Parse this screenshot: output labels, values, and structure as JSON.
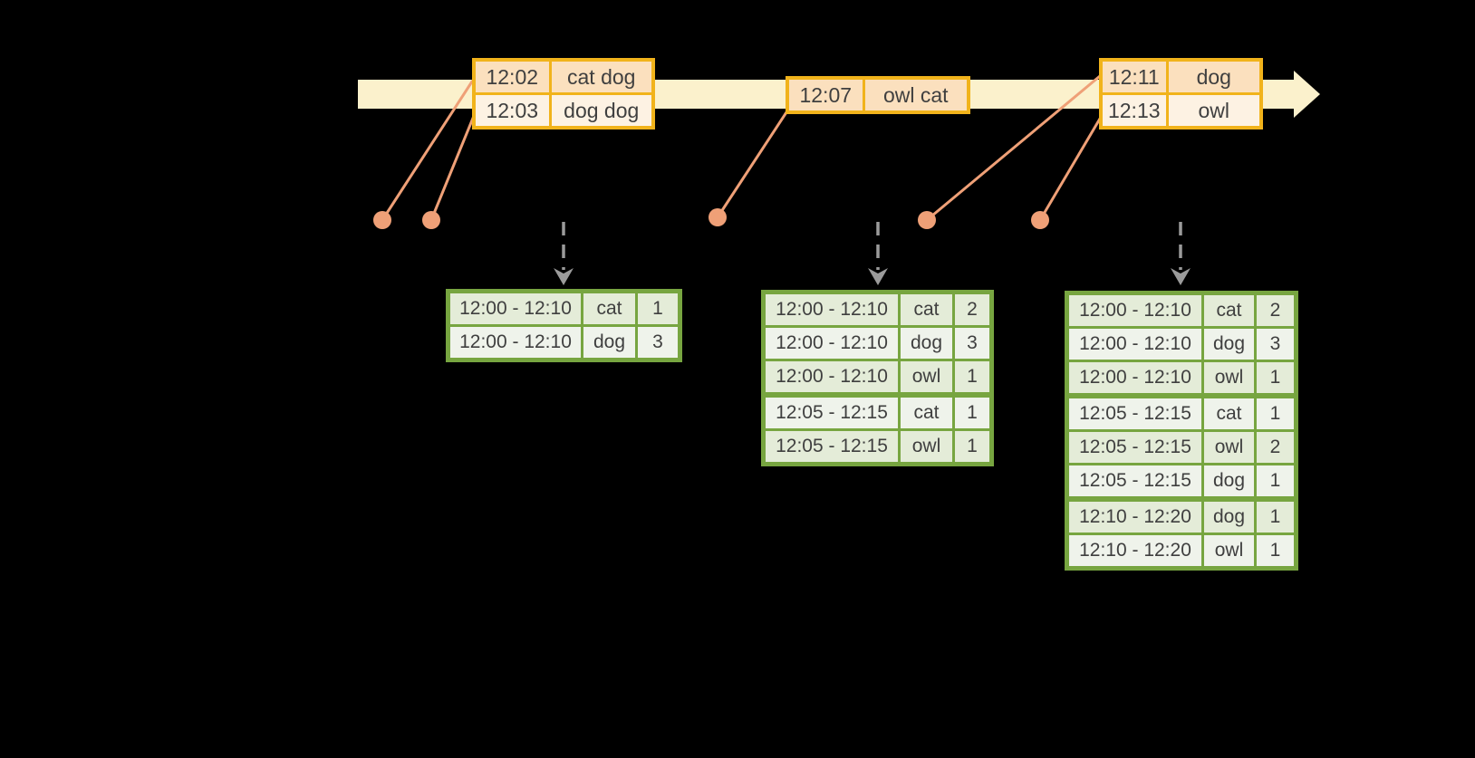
{
  "colors": {
    "background": "#000000",
    "band": "#FBF1CC",
    "orange-border": "#F1B31B",
    "orange-row-dark": "#FBE0BE",
    "orange-row-light": "#FDF2E3",
    "salmon": "#EFA077",
    "green-border": "#77A540",
    "green-row-dark": "#E4ECD8",
    "green-row-light": "#EFF3EB",
    "gray-arrow": "#9B9B9B",
    "ink": "#3F3F3F"
  },
  "timeline": {
    "event_tables": [
      {
        "rows": [
          [
            "12:02",
            "cat dog"
          ],
          [
            "12:03",
            "dog dog"
          ]
        ]
      },
      {
        "rows": [
          [
            "12:07",
            "owl cat"
          ]
        ]
      },
      {
        "rows": [
          [
            "12:11",
            "dog"
          ],
          [
            "12:13",
            "owl"
          ]
        ]
      }
    ]
  },
  "result_tables": [
    {
      "rows": [
        [
          "12:00 - 12:10",
          "cat",
          "1"
        ],
        [
          "12:00 - 12:10",
          "dog",
          "3"
        ]
      ],
      "group_breaks": []
    },
    {
      "rows": [
        [
          "12:00 - 12:10",
          "cat",
          "2"
        ],
        [
          "12:00 - 12:10",
          "dog",
          "3"
        ],
        [
          "12:00 - 12:10",
          "owl",
          "1"
        ],
        [
          "12:05 - 12:15",
          "cat",
          "1"
        ],
        [
          "12:05 - 12:15",
          "owl",
          "1"
        ]
      ],
      "group_breaks": [
        3
      ]
    },
    {
      "rows": [
        [
          "12:00 - 12:10",
          "cat",
          "2"
        ],
        [
          "12:00 - 12:10",
          "dog",
          "3"
        ],
        [
          "12:00 - 12:10",
          "owl",
          "1"
        ],
        [
          "12:05 - 12:15",
          "cat",
          "1"
        ],
        [
          "12:05 - 12:15",
          "owl",
          "2"
        ],
        [
          "12:05 - 12:15",
          "dog",
          "1"
        ],
        [
          "12:10 - 12:20",
          "dog",
          "1"
        ],
        [
          "12:10 - 12:20",
          "owl",
          "1"
        ]
      ],
      "group_breaks": [
        3,
        6
      ]
    }
  ]
}
